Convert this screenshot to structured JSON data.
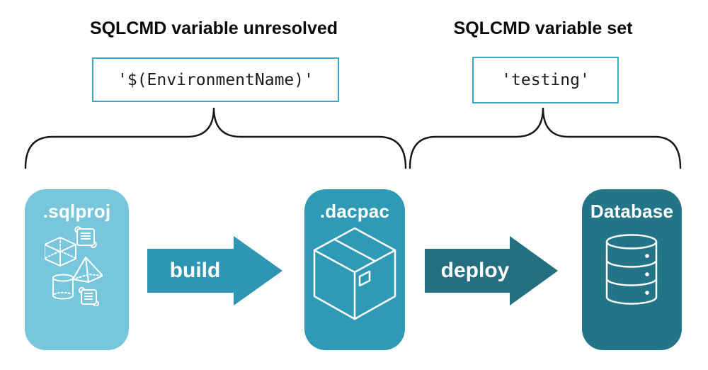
{
  "annotations": {
    "unresolved": {
      "title": "SQLCMD variable unresolved",
      "code": "'$(EnvironmentName)'"
    },
    "set": {
      "title": "SQLCMD variable set",
      "code": "'testing'"
    }
  },
  "pipeline": {
    "sqlproj": {
      "label": ".sqlproj"
    },
    "dacpac": {
      "label": ".dacpac"
    },
    "database": {
      "label": "Database"
    },
    "build": {
      "label": "build"
    },
    "deploy": {
      "label": "deploy"
    }
  },
  "colors": {
    "sqlproj_box": "#77C6DB",
    "dacpac_box": "#2F9AB5",
    "database_box": "#247488",
    "build_arrow": "#2E95B2",
    "deploy_arrow": "#256F82",
    "code_box_border": "#41A7C4",
    "brace_stroke": "#161616",
    "text": "#0A0A0A"
  }
}
